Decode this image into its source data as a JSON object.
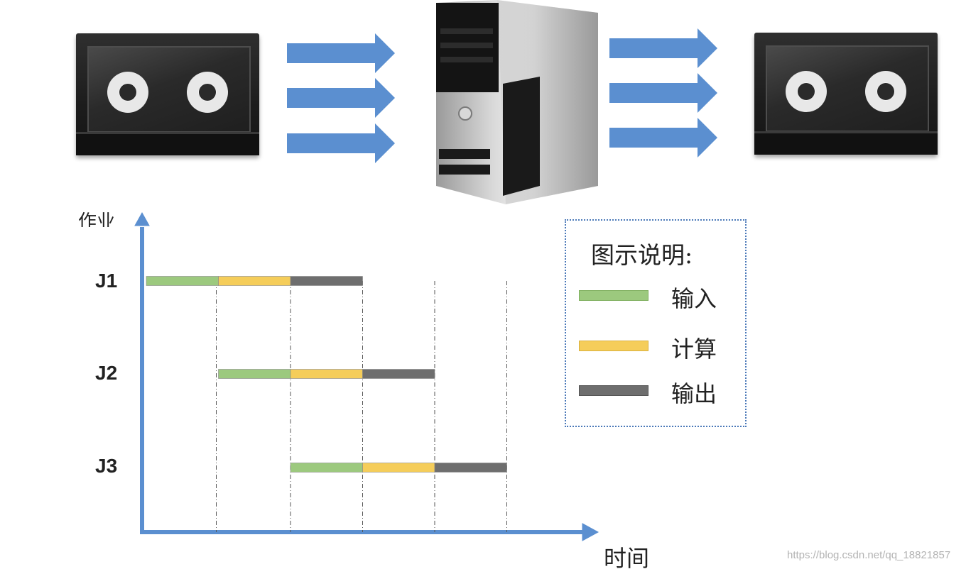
{
  "top_flow": {
    "input_device": {
      "icon": "tape-drive-icon"
    },
    "processor": {
      "icon": "computer-tower-icon"
    },
    "output_device": {
      "icon": "tape-drive-icon"
    },
    "arrow_color": "#5b8fd0"
  },
  "chart_data": {
    "type": "gantt",
    "xlabel": "时间",
    "ylabel": "作业",
    "jobs": [
      {
        "name": "J1",
        "segments": [
          {
            "phase": "输入",
            "start": 0,
            "end": 1
          },
          {
            "phase": "计算",
            "start": 1,
            "end": 2
          },
          {
            "phase": "输出",
            "start": 2,
            "end": 3
          }
        ]
      },
      {
        "name": "J2",
        "segments": [
          {
            "phase": "输入",
            "start": 1,
            "end": 2
          },
          {
            "phase": "计算",
            "start": 2,
            "end": 3
          },
          {
            "phase": "输出",
            "start": 3,
            "end": 4
          }
        ]
      },
      {
        "name": "J3",
        "segments": [
          {
            "phase": "输入",
            "start": 2,
            "end": 3
          },
          {
            "phase": "计算",
            "start": 3,
            "end": 4
          },
          {
            "phase": "输出",
            "start": 4,
            "end": 5
          }
        ]
      }
    ],
    "xlim": [
      0,
      5
    ],
    "grid": "dash-dot vertical lines at each time step",
    "colors": {
      "输入": "#9cc97e",
      "计算": "#f5cd5a",
      "输出": "#6e6e6e",
      "axis": "#5b8fd0"
    }
  },
  "legend": {
    "title": "图示说明:",
    "items": [
      {
        "label": "输入",
        "color": "#9cc97e"
      },
      {
        "label": "计算",
        "color": "#f5cd5a"
      },
      {
        "label": "输出",
        "color": "#6e6e6e"
      }
    ],
    "border_color": "#4a78b8"
  },
  "watermark": "https://blog.csdn.net/qq_18821857"
}
